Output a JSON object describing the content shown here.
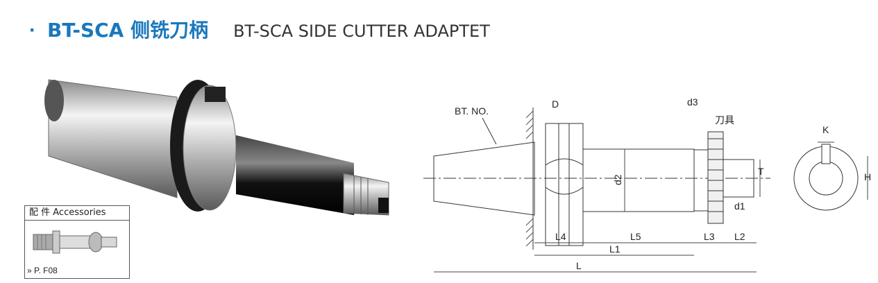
{
  "header": {
    "bullet": "·",
    "title_cn": "BT-SCA 侧铣刀柄",
    "title_en": "BT-SCA SIDE CUTTER ADAPTET"
  },
  "accessories": {
    "label": "配  件 Accessories",
    "ref": "» P. F08"
  },
  "diagram_labels": {
    "bt_no": "BT. NO.",
    "D": "D",
    "d3": "d3",
    "tool": "刀具",
    "d2": "d2",
    "d1": "d1",
    "T": "T",
    "K": "K",
    "H": "H",
    "L4": "L4",
    "L5": "L5",
    "L3": "L3",
    "L2": "L2",
    "L1": "L1",
    "L": "L"
  },
  "colors": {
    "brand_blue": "#1a78bd",
    "line": "#333333"
  }
}
